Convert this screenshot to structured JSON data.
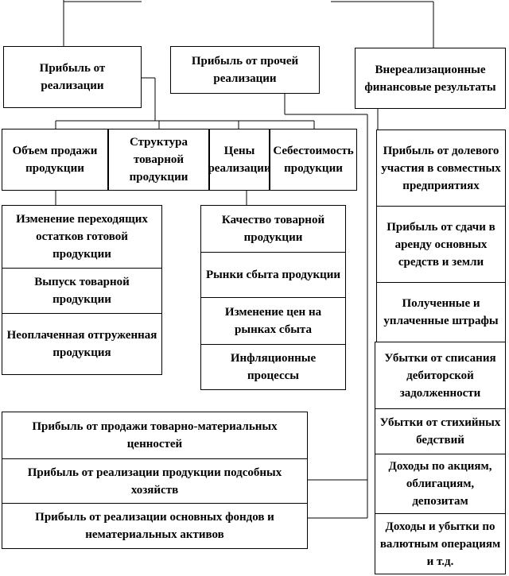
{
  "nodes": {
    "sales_profit": "Прибыль от реализации",
    "other_sales_profit": "Прибыль от прочей реализации",
    "non_operating": "Внереализационные финансовые результаты",
    "factors": {
      "volume": "Объем продажи продукции",
      "structure": "Структура товарной продукции",
      "prices": "Цены реализации",
      "cost": "Себестоимость продукции"
    },
    "volume_items": [
      "Изменение переходящих остатков готовой продукции",
      "Выпуск товарной продукции",
      "Неоплаченная отгруженная продукция"
    ],
    "price_items": [
      "Качество товарной продукции",
      "Рынки сбыта продукции",
      "Изменение цен на рынках сбыта",
      "Инфляционные процессы"
    ],
    "other_items": [
      "Прибыль от продажи товарно-материальных ценностей",
      "Прибыль от реализации продукции подсобных хозяйств",
      "Прибыль от реализации основных фондов и нематериальных активов"
    ],
    "non_operating_items": [
      "Прибыль от долевого участия в совместных предприятиях",
      "Прибыль от сдачи в аренду основных средств и земли",
      "Полученные и уплаченные штрафы",
      "Убытки от списания дебиторской задолженности",
      "Убытки от стихийных бедствий",
      "Доходы по акциям, облигациям, депозитам",
      "Доходы и убытки по валютным операциям и т.д."
    ]
  }
}
